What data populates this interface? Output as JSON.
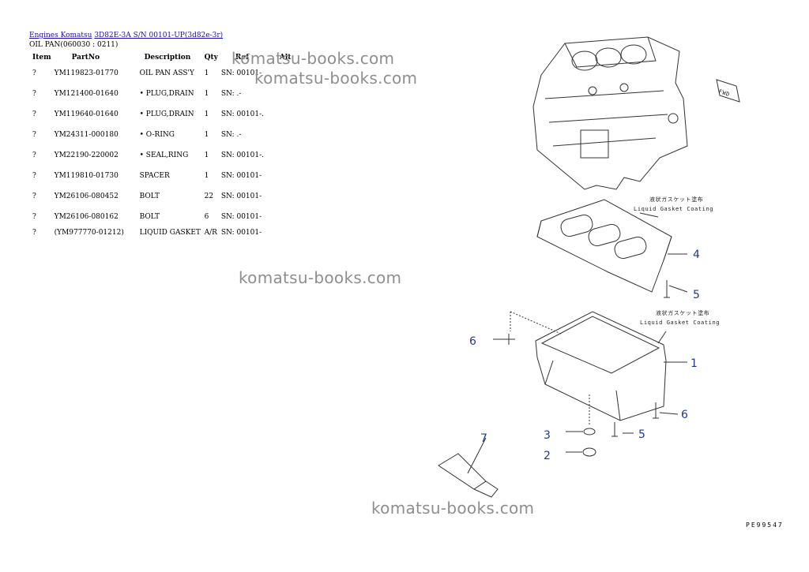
{
  "breadcrumb": {
    "link1": "Engines Komatsu",
    "link2": "3D82E-3A S/N 00101-UP(3d82e-3r)"
  },
  "section_title": "OIL PAN(060030 : 0211)",
  "table": {
    "headers": [
      "Item",
      "PartNo",
      "Description",
      "Qty",
      "Ref",
      "Alt"
    ],
    "rows": [
      {
        "item": "?",
        "part": "YM119823-01770",
        "desc": "OIL PAN ASS'Y",
        "qty": "1",
        "ref": "SN: 00101-"
      },
      {
        "item": "?",
        "part": "YM121400-01640",
        "desc": "• PLUG,DRAIN",
        "qty": "1",
        "ref": "SN: .-"
      },
      {
        "item": "?",
        "part": "YM119640-01640",
        "desc": "• PLUG,DRAIN",
        "qty": "1",
        "ref": "SN: 00101-."
      },
      {
        "item": "?",
        "part": "YM24311-000180",
        "desc": "• O-RING",
        "qty": "1",
        "ref": "SN: .-"
      },
      {
        "item": "?",
        "part": "YM22190-220002",
        "desc": "• SEAL,RING",
        "qty": "1",
        "ref": "SN: 00101-."
      },
      {
        "item": "?",
        "part": "YM119810-01730",
        "desc": "SPACER",
        "qty": "1",
        "ref": "SN: 00101-"
      },
      {
        "item": "?",
        "part": "YM26106-080452",
        "desc": "BOLT",
        "qty": "22",
        "ref": "SN: 00101-"
      },
      {
        "item": "?",
        "part": "YM26106-080162",
        "desc": "BOLT",
        "qty": "6",
        "ref": "SN: 00101-"
      },
      {
        "item": "?",
        "part": "(YM977770-01212)",
        "desc": "LIQUID GASKET",
        "qty": "A/R",
        "ref": "SN: 00101-"
      }
    ]
  },
  "watermarks": [
    "komatsu-books.com",
    "komatsu-books.com",
    "komatsu-books.com",
    "komatsu-books.com"
  ],
  "drawing": {
    "fwd_label": "FWD",
    "gasket_note_jp": "液状ガスケット塗布",
    "gasket_note_en": "Liquid Gasket Coating",
    "callouts": [
      "4",
      "5",
      "6",
      "1",
      "6",
      "3",
      "5",
      "2",
      "7"
    ],
    "drawing_number": "PE99547"
  },
  "colors": {
    "callout": "#1f3a93",
    "link": "#1a0dab",
    "watermark": "#8e8e8e"
  }
}
